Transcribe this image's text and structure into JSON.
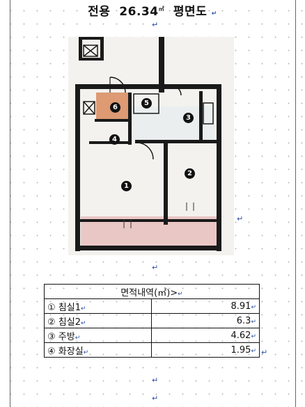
{
  "document": {
    "title_prefix": "전용",
    "area_value": "26.34",
    "area_unit": "㎡",
    "title_suffix": "평면도"
  },
  "floor_plan": {
    "room_markers": [
      "1",
      "2",
      "3",
      "4",
      "5",
      "6"
    ]
  },
  "area_table": {
    "header": "면적내역(㎡)>",
    "rows": [
      {
        "label": "① 침실1",
        "value": "8.91"
      },
      {
        "label": "② 침실2",
        "value": "6.3"
      },
      {
        "label": "③ 주방",
        "value": "4.62"
      },
      {
        "label": "④ 화장실",
        "value": "1.95"
      }
    ]
  },
  "paragraph_mark": "↵"
}
